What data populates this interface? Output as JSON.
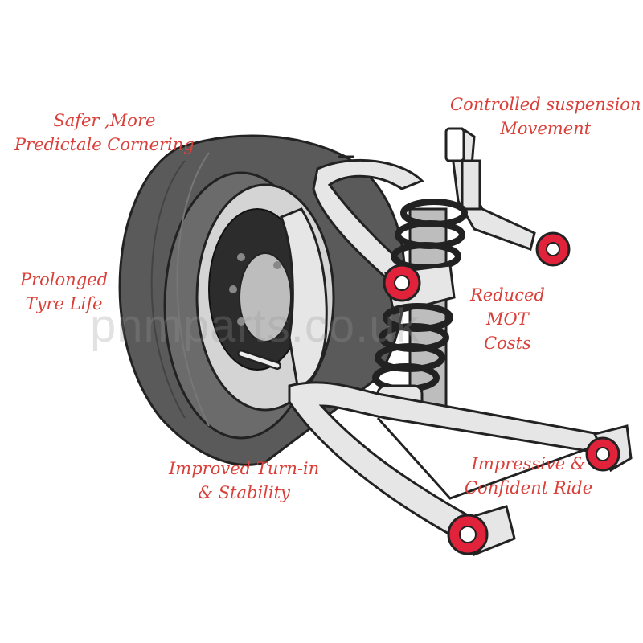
{
  "callouts": {
    "safer_cornering": [
      "Safer ,More",
      "Predictale Cornering"
    ],
    "controlled_movement": [
      "Controlled suspension",
      "Movement"
    ],
    "prolonged_tyre": [
      "Prolonged",
      "Tyre Life"
    ],
    "reduced_mot": [
      "Reduced",
      "MOT",
      "Costs"
    ],
    "turn_in": [
      "Improved Turn-in",
      "& Stability"
    ],
    "confident_ride": [
      "Impressive &",
      "Confident Ride"
    ]
  },
  "watermark": "pnmparts.co.uk",
  "colors": {
    "callout_text": "#d9403a",
    "bush_red": "#e0223a",
    "tyre_dark": "#5a5a5a",
    "metal_light": "#e6e6e6",
    "outline": "#222222"
  }
}
